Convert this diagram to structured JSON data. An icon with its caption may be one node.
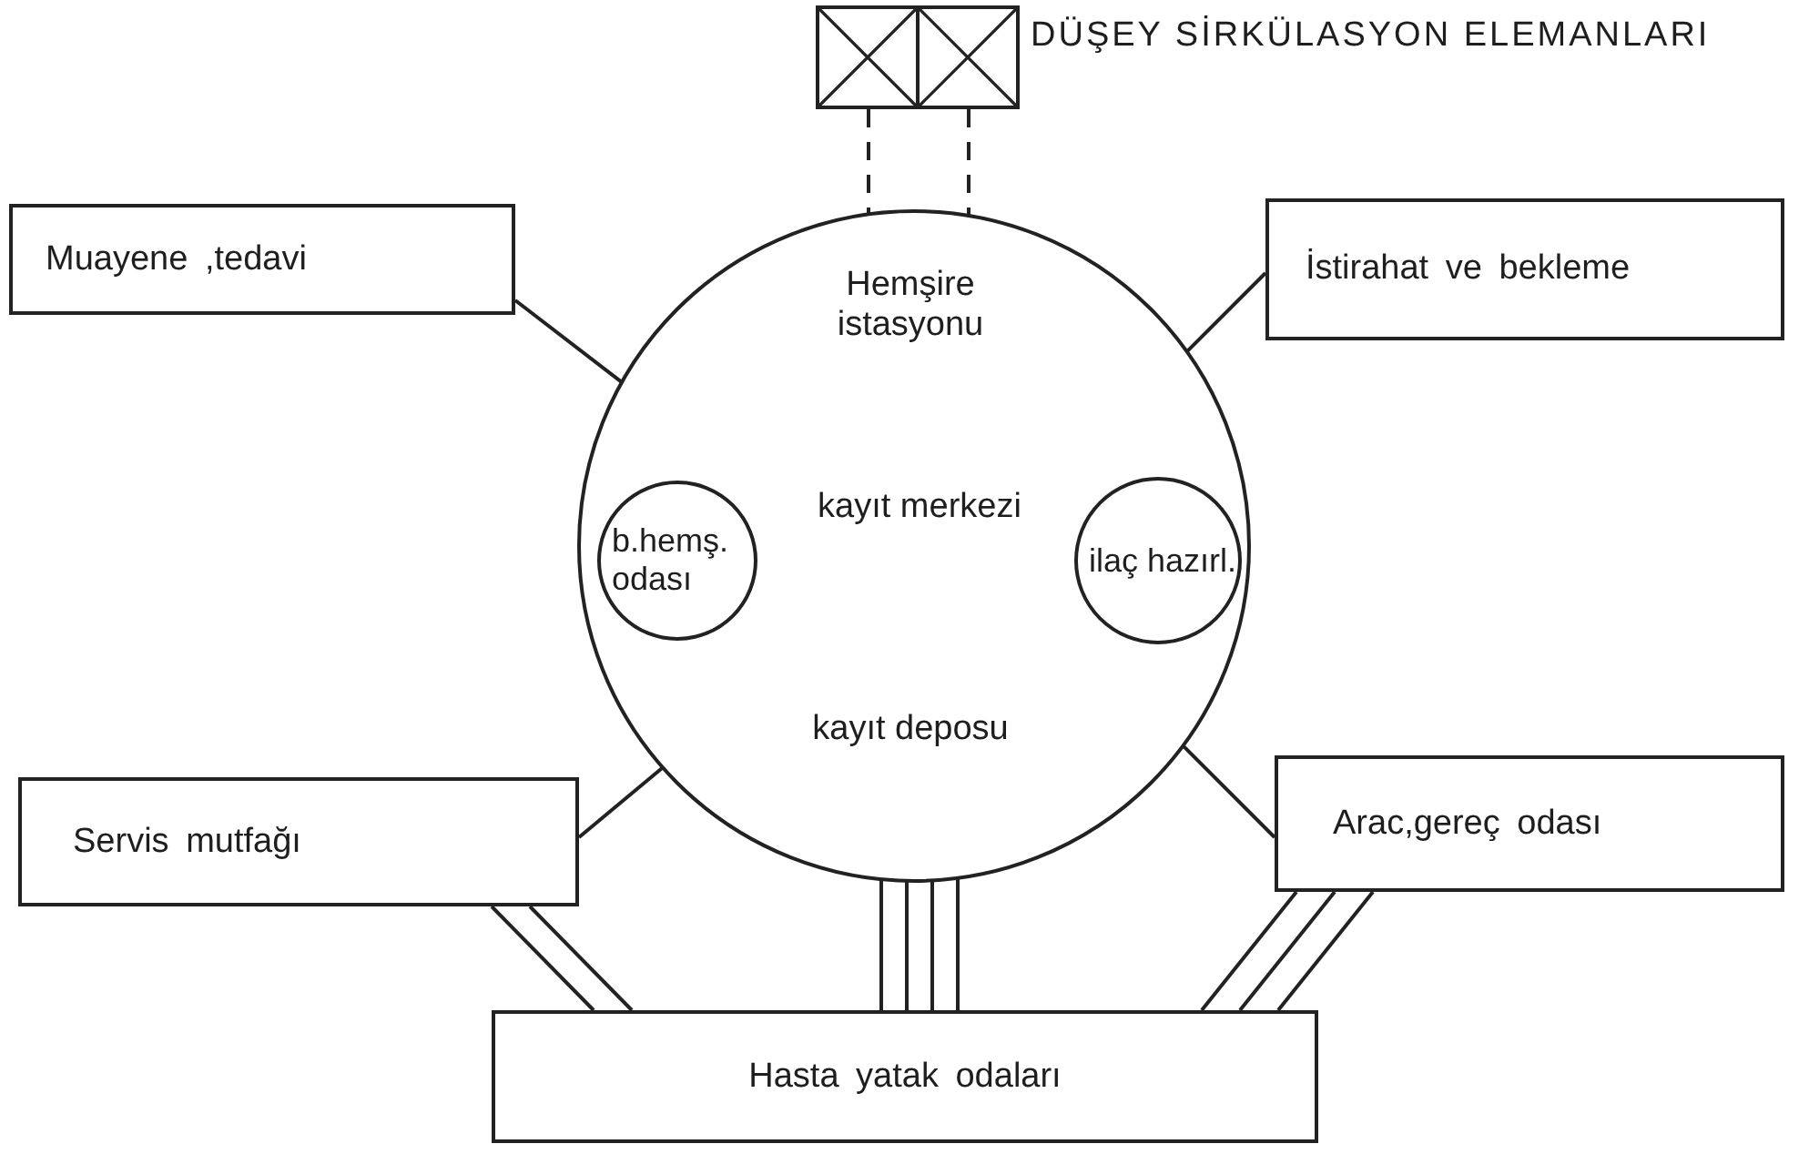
{
  "diagram": {
    "nodes": [
      {
        "text": [
          "Muayene ,tedavi"
        ]
      },
      {
        "text": [
          "İstirahat ve bekleme"
        ]
      },
      {
        "text": [
          "DÜŞEY SİRKÜLASYON ELEMANLARI"
        ]
      },
      {
        "text": [
          "Hemşire istasyonu",
          "kayıt merkezi",
          "kayıt deposu"
        ]
      },
      {
        "text": [
          "b.hemş. odası"
        ],
        "in": 3
      },
      {
        "text": [
          "ilaç hazırl."
        ],
        "in": 3
      },
      {
        "text": [
          "Servis mutfağı"
        ]
      },
      {
        "text": [
          "Arac,gereç odası"
        ]
      },
      {
        "text": [
          "Hasta yatak odaları"
        ]
      }
    ],
    "edges": [
      {
        "from": 0,
        "to": 3,
        "arrow": "none"
      },
      {
        "from": 1,
        "to": 3,
        "arrow": "none"
      },
      {
        "from": 6,
        "to": 3,
        "arrow": "none"
      },
      {
        "from": 7,
        "to": 3,
        "arrow": "none"
      },
      {
        "from": 2,
        "to": 3,
        "arrow": "none",
        "style": "dashed"
      },
      {
        "from": 2,
        "to": 3,
        "arrow": "none",
        "style": "dashed"
      },
      {
        "from": 3,
        "to": 8,
        "arrow": "none"
      },
      {
        "from": 3,
        "to": 8,
        "arrow": "none"
      },
      {
        "from": 3,
        "to": 8,
        "arrow": "none"
      },
      {
        "from": 3,
        "to": 8,
        "arrow": "none"
      },
      {
        "from": 6,
        "to": 8,
        "arrow": "none"
      },
      {
        "from": 6,
        "to": 8,
        "arrow": "none"
      },
      {
        "from": 7,
        "to": 8,
        "arrow": "none"
      },
      {
        "from": 7,
        "to": 8,
        "arrow": "none"
      },
      {
        "from": 7,
        "to": 8,
        "arrow": "none"
      }
    ]
  }
}
